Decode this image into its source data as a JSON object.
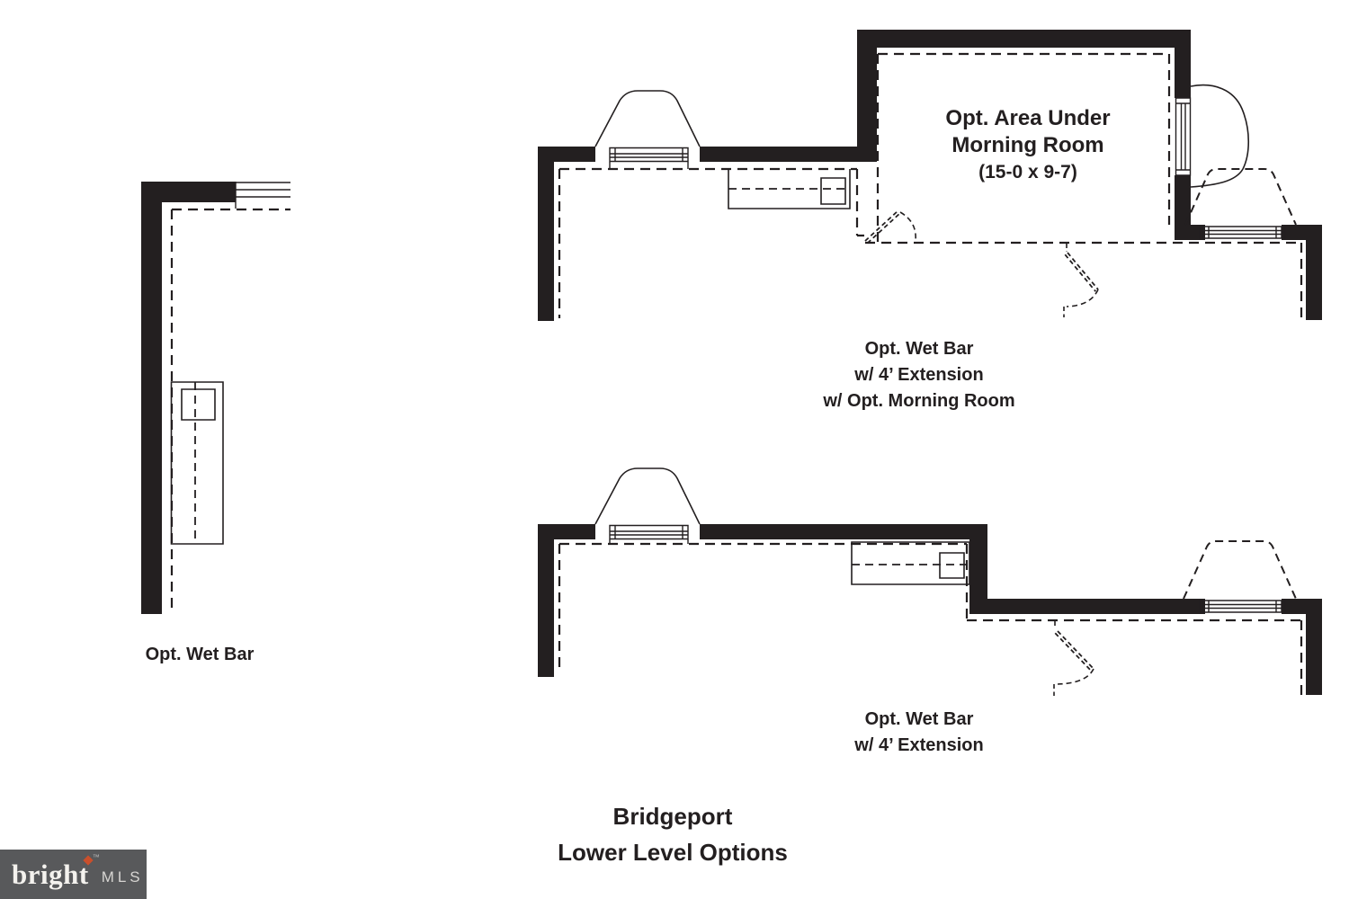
{
  "colors": {
    "background": "#ffffff",
    "line": "#231f20",
    "logo_bg": "#58595b",
    "logo_text": "#f4f2ee",
    "logo_accent": "#c94f2c",
    "logo_mls": "#d7d5d2"
  },
  "plan_left": {
    "caption": "Opt. Wet Bar"
  },
  "plan_top": {
    "room_line1": "Opt. Area Under",
    "room_line2": "Morning Room",
    "room_dims": "(15-0 x 9-7)",
    "caption_line1": "Opt. Wet Bar",
    "caption_line2": "w/ 4’ Extension",
    "caption_line3": "w/ Opt. Morning Room"
  },
  "plan_middle": {
    "caption_line1": "Opt. Wet Bar",
    "caption_line2": "w/ 4’ Extension"
  },
  "title": {
    "line1": "Bridgeport",
    "line2": "Lower Level Options"
  },
  "logo": {
    "brand_prefix": "brigh",
    "brand_t": "t",
    "trademark": "™",
    "suffix": "MLS"
  }
}
